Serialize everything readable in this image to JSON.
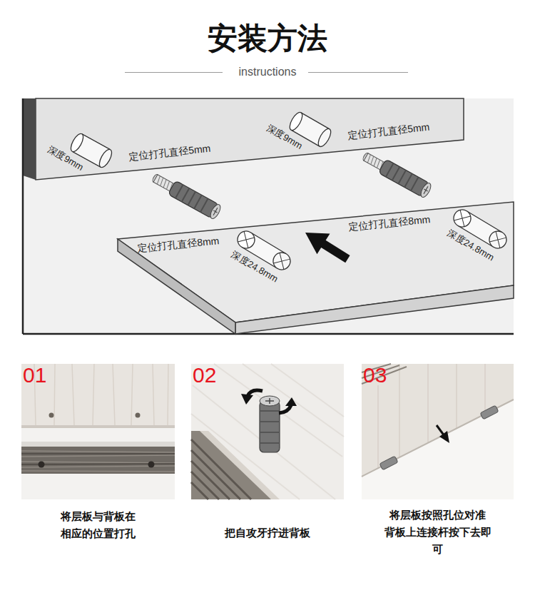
{
  "diagram": {
    "title": "安装方法",
    "nodes": [
      {
        "text": [
          "01",
          "将层板与背板在 相应的位置打孔"
        ]
      },
      {
        "text": [
          "02",
          "把自攻牙拧进背板"
        ]
      },
      {
        "text": [
          "03",
          "将层板按照孔位对准 背板上连接杆按下去即可"
        ]
      }
    ],
    "labels": [
      "instructions",
      "深度9mm",
      "定位打孔直径5mm",
      "深度9mm",
      "定位打孔直径5mm",
      "定位打孔直径8mm",
      "深度24.8mm",
      "定位打孔直径8mm",
      "深度24.8mm"
    ]
  }
}
